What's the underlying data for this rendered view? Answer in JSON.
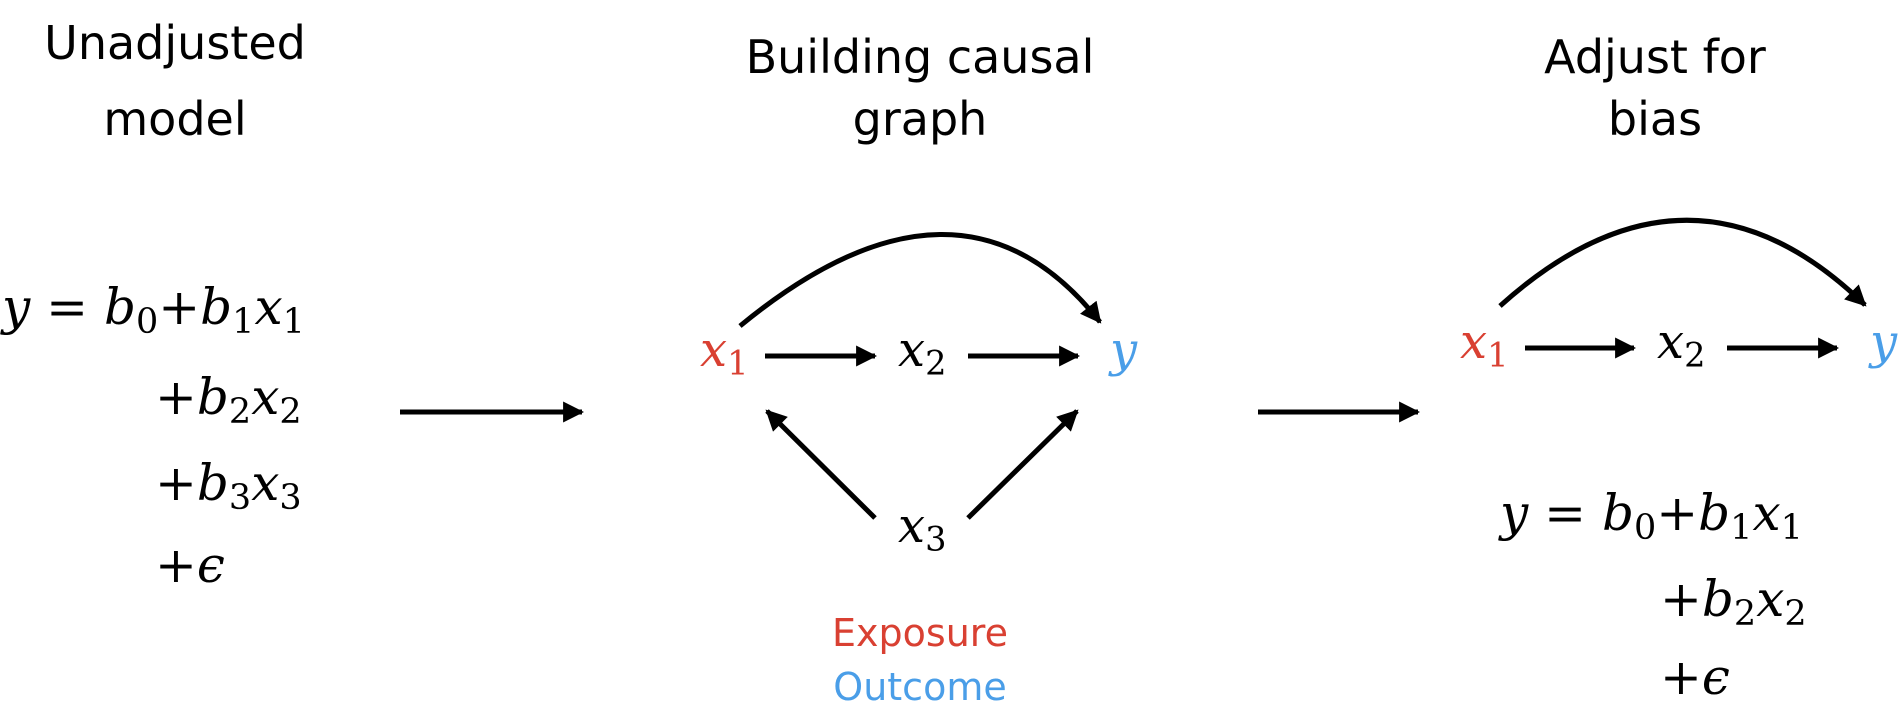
{
  "headings": {
    "unadjusted": [
      "Unadjusted",
      "model"
    ],
    "building": [
      "Building causal",
      "graph"
    ],
    "adjust": [
      "Adjust for",
      "bias"
    ]
  },
  "colors": {
    "exposure": "#d94032",
    "outcome": "#4a9ee8",
    "ink": "#000000"
  },
  "left_equation": {
    "y": "y",
    "eq": " = ",
    "b": "b",
    "x": "x",
    "plus": "+",
    "i0": "0",
    "i1": "1",
    "i2": "2",
    "i3": "3",
    "epsilon": "ϵ"
  },
  "graph": {
    "x": "x",
    "i1": "1",
    "i2": "2",
    "i3": "3",
    "y": "y"
  },
  "legend": {
    "exposure": "Exposure",
    "outcome": "Outcome"
  },
  "right_equation": {
    "y": "y",
    "eq": " = ",
    "b": "b",
    "x": "x",
    "plus": "+",
    "i0": "0",
    "i1": "1",
    "i2": "2",
    "epsilon": "ϵ"
  }
}
